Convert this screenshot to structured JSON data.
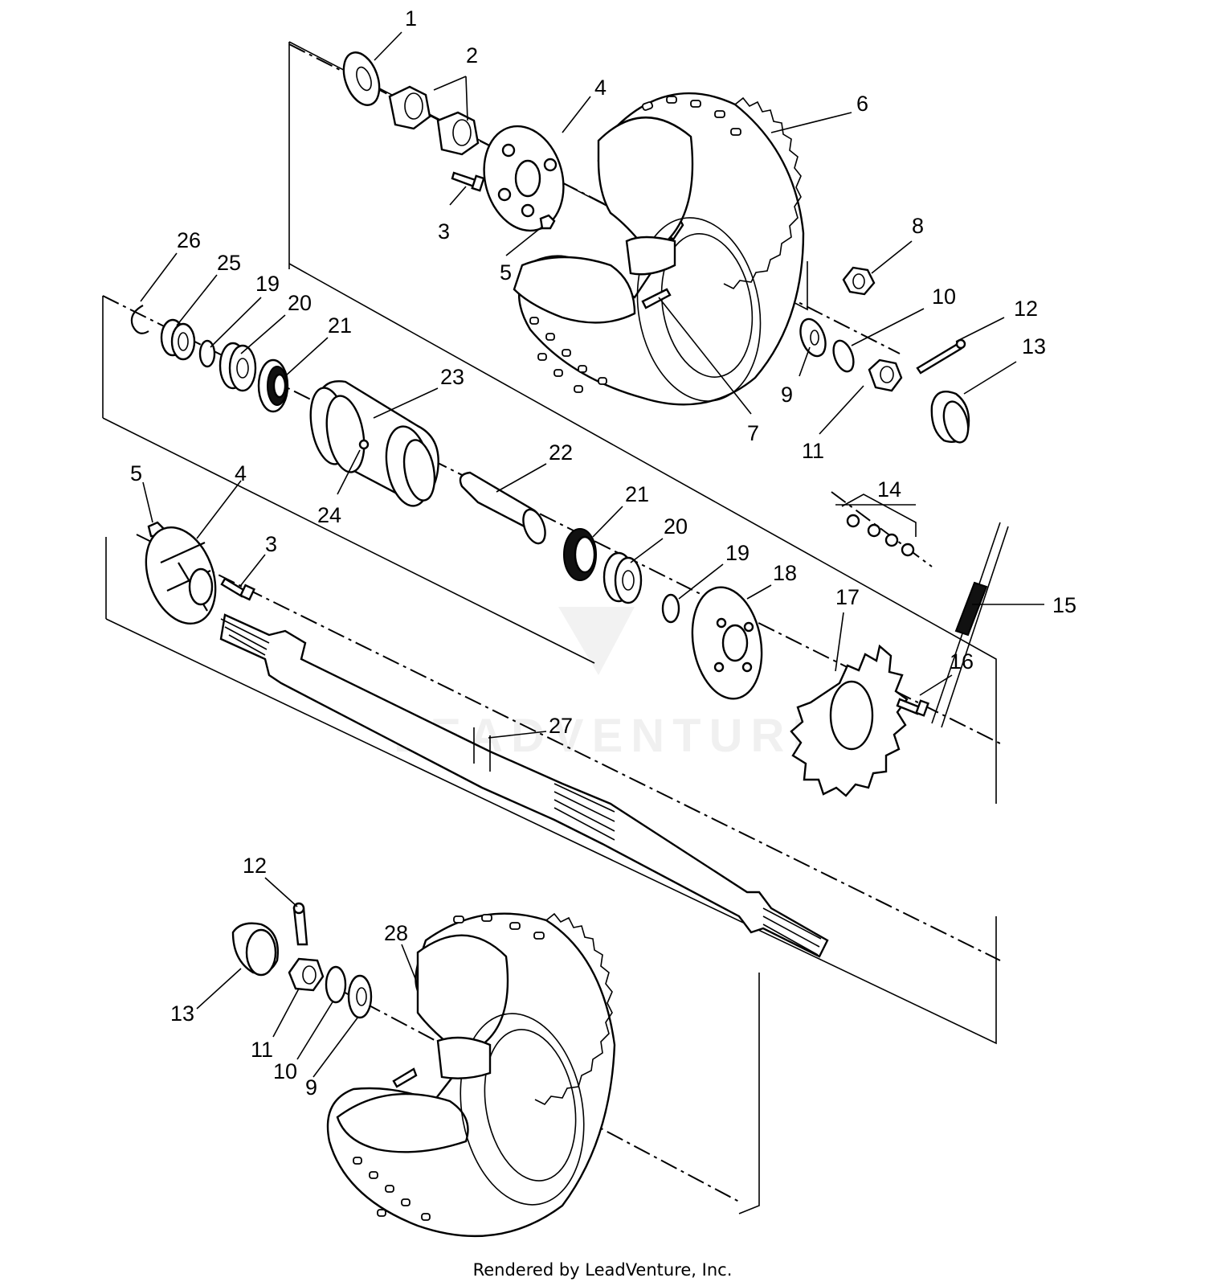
{
  "diagram": {
    "callouts": [
      {
        "id": "c1",
        "text": "1"
      },
      {
        "id": "c2",
        "text": "2"
      },
      {
        "id": "c3a",
        "text": "3"
      },
      {
        "id": "c4a",
        "text": "4"
      },
      {
        "id": "c5a",
        "text": "5"
      },
      {
        "id": "c6",
        "text": "6"
      },
      {
        "id": "c7",
        "text": "7"
      },
      {
        "id": "c8",
        "text": "8"
      },
      {
        "id": "c9a",
        "text": "9"
      },
      {
        "id": "c10a",
        "text": "10"
      },
      {
        "id": "c11a",
        "text": "11"
      },
      {
        "id": "c12a",
        "text": "12"
      },
      {
        "id": "c13a",
        "text": "13"
      },
      {
        "id": "c26",
        "text": "26"
      },
      {
        "id": "c25",
        "text": "25"
      },
      {
        "id": "c19a",
        "text": "19"
      },
      {
        "id": "c20a",
        "text": "20"
      },
      {
        "id": "c21a",
        "text": "21"
      },
      {
        "id": "c23",
        "text": "23"
      },
      {
        "id": "c24",
        "text": "24"
      },
      {
        "id": "c22",
        "text": "22"
      },
      {
        "id": "c21b",
        "text": "21"
      },
      {
        "id": "c20b",
        "text": "20"
      },
      {
        "id": "c19b",
        "text": "19"
      },
      {
        "id": "c18",
        "text": "18"
      },
      {
        "id": "c17",
        "text": "17"
      },
      {
        "id": "c14",
        "text": "14"
      },
      {
        "id": "c15",
        "text": "15"
      },
      {
        "id": "c16",
        "text": "16"
      },
      {
        "id": "c5b",
        "text": "5"
      },
      {
        "id": "c4b",
        "text": "4"
      },
      {
        "id": "c3b",
        "text": "3"
      },
      {
        "id": "c27",
        "text": "27"
      },
      {
        "id": "c12b",
        "text": "12"
      },
      {
        "id": "c28",
        "text": "28"
      },
      {
        "id": "c13b",
        "text": "13"
      },
      {
        "id": "c11b",
        "text": "11"
      },
      {
        "id": "c10b",
        "text": "10"
      },
      {
        "id": "c9b",
        "text": "9"
      }
    ],
    "watermark": "LEADVENTURE"
  },
  "footer": {
    "text": "Rendered by LeadVenture, Inc."
  }
}
